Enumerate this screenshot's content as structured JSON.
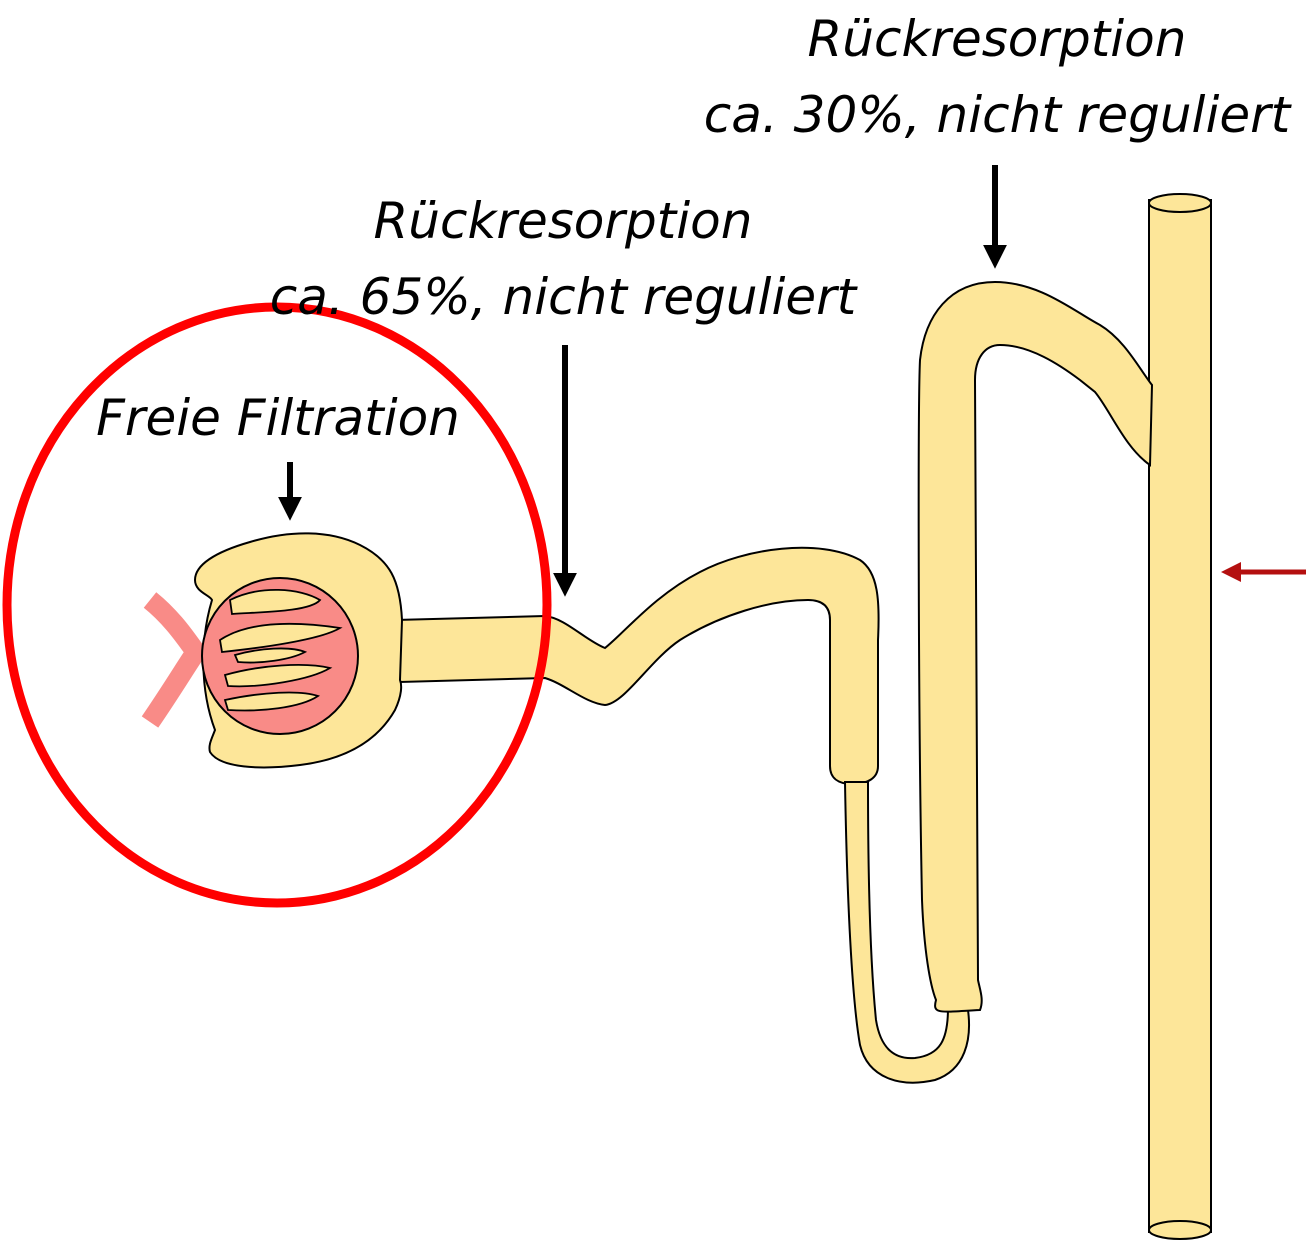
{
  "labels": {
    "glomerulus": "Freie Filtration",
    "proximal_title": "Rückresorption",
    "proximal_detail": "ca. 65%, nicht reguliert",
    "distal_title": "Rückresorption",
    "distal_detail": "ca. 30%, nicht reguliert"
  },
  "colors": {
    "tubule_fill": "#fde699",
    "tubule_stroke": "#000000",
    "glomerulus_fill": "#f98b87",
    "vessel_fill": "#f98b87",
    "highlight_circle": "#ff0000",
    "collecting_arrow": "#b41010",
    "annotation_arrow": "#000000"
  }
}
